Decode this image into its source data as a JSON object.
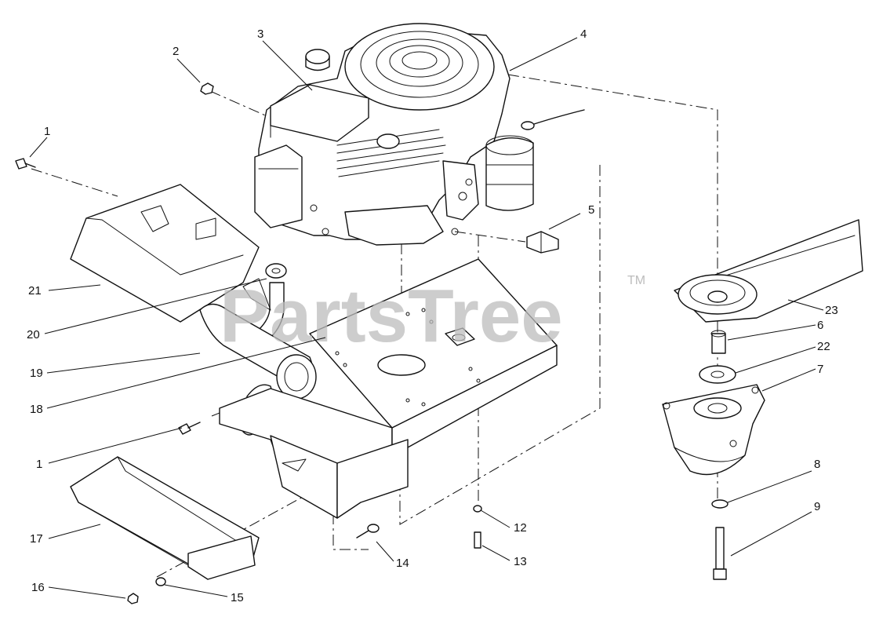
{
  "watermark": {
    "text": "PartsTree",
    "tm": "TM"
  },
  "callouts": [
    {
      "id": "c1a",
      "label": "1"
    },
    {
      "id": "c2",
      "label": "2"
    },
    {
      "id": "c3",
      "label": "3"
    },
    {
      "id": "c4",
      "label": "4"
    },
    {
      "id": "c5",
      "label": "5"
    },
    {
      "id": "c21",
      "label": "21"
    },
    {
      "id": "c20",
      "label": "20"
    },
    {
      "id": "c19",
      "label": "19"
    },
    {
      "id": "c18",
      "label": "18"
    },
    {
      "id": "c1b",
      "label": "1"
    },
    {
      "id": "c17",
      "label": "17"
    },
    {
      "id": "c16",
      "label": "16"
    },
    {
      "id": "c15",
      "label": "15"
    },
    {
      "id": "c14",
      "label": "14"
    },
    {
      "id": "c13",
      "label": "13"
    },
    {
      "id": "c12",
      "label": "12"
    },
    {
      "id": "c23",
      "label": "23"
    },
    {
      "id": "c6",
      "label": "6"
    },
    {
      "id": "c22",
      "label": "22"
    },
    {
      "id": "c7",
      "label": "7"
    },
    {
      "id": "c8",
      "label": "8"
    },
    {
      "id": "c9",
      "label": "9"
    }
  ]
}
